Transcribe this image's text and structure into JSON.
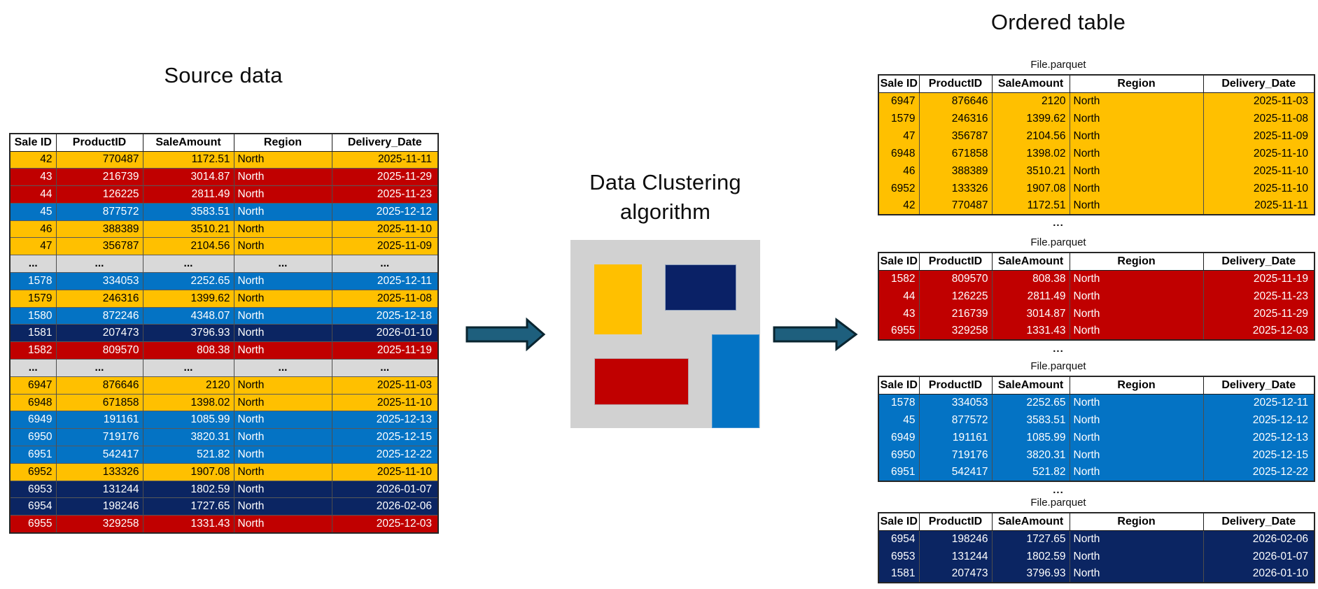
{
  "titles": {
    "source": "Source data",
    "algorithm": [
      "Data Clustering",
      "algorithm"
    ],
    "ordered": "Ordered table"
  },
  "columns": [
    "Sale ID",
    "ProductID",
    "SaleAmount",
    "Region",
    "Delivery_Date"
  ],
  "file_label": "File.parquet",
  "ellipsis": "...",
  "colors": {
    "row_yellow": "#FFC000",
    "row_red": "#C00000",
    "row_blue": "#0473C4",
    "row_navy": "#0B2562",
    "row_gray": "#D9D9D9",
    "block_navy": "#0A2166",
    "panel_gray": "#D1D1D1",
    "arrow_fill": "#1E5F7D",
    "arrow_stroke": "#0A2530"
  },
  "source_table": {
    "rows": [
      {
        "c": "yellow",
        "v": [
          "42",
          "770487",
          "1172.51",
          "North",
          "2025-11-11"
        ]
      },
      {
        "c": "red",
        "v": [
          "43",
          "216739",
          "3014.87",
          "North",
          "2025-11-29"
        ]
      },
      {
        "c": "red",
        "v": [
          "44",
          "126225",
          "2811.49",
          "North",
          "2025-11-23"
        ]
      },
      {
        "c": "blue",
        "v": [
          "45",
          "877572",
          "3583.51",
          "North",
          "2025-12-12"
        ]
      },
      {
        "c": "yellow",
        "v": [
          "46",
          "388389",
          "3510.21",
          "North",
          "2025-11-10"
        ]
      },
      {
        "c": "yellow",
        "v": [
          "47",
          "356787",
          "2104.56",
          "North",
          "2025-11-09"
        ]
      },
      {
        "c": "gray",
        "v": [
          "...",
          "...",
          "...",
          "...",
          "..."
        ]
      },
      {
        "c": "blue",
        "v": [
          "1578",
          "334053",
          "2252.65",
          "North",
          "2025-12-11"
        ]
      },
      {
        "c": "yellow",
        "v": [
          "1579",
          "246316",
          "1399.62",
          "North",
          "2025-11-08"
        ]
      },
      {
        "c": "blue",
        "v": [
          "1580",
          "872246",
          "4348.07",
          "North",
          "2025-12-18"
        ]
      },
      {
        "c": "navy",
        "v": [
          "1581",
          "207473",
          "3796.93",
          "North",
          "2026-01-10"
        ]
      },
      {
        "c": "red",
        "v": [
          "1582",
          "809570",
          "808.38",
          "North",
          "2025-11-19"
        ]
      },
      {
        "c": "gray",
        "v": [
          "...",
          "...",
          "...",
          "...",
          "..."
        ]
      },
      {
        "c": "yellow",
        "v": [
          "6947",
          "876646",
          "2120",
          "North",
          "2025-11-03"
        ]
      },
      {
        "c": "yellow",
        "v": [
          "6948",
          "671858",
          "1398.02",
          "North",
          "2025-11-10"
        ]
      },
      {
        "c": "blue",
        "v": [
          "6949",
          "191161",
          "1085.99",
          "North",
          "2025-12-13"
        ]
      },
      {
        "c": "blue",
        "v": [
          "6950",
          "719176",
          "3820.31",
          "North",
          "2025-12-15"
        ]
      },
      {
        "c": "blue",
        "v": [
          "6951",
          "542417",
          "521.82",
          "North",
          "2025-12-22"
        ]
      },
      {
        "c": "yellow",
        "v": [
          "6952",
          "133326",
          "1907.08",
          "North",
          "2025-11-10"
        ]
      },
      {
        "c": "navy",
        "v": [
          "6953",
          "131244",
          "1802.59",
          "North",
          "2026-01-07"
        ]
      },
      {
        "c": "navy",
        "v": [
          "6954",
          "198246",
          "1727.65",
          "North",
          "2026-02-06"
        ]
      },
      {
        "c": "red",
        "v": [
          "6955",
          "329258",
          "1331.43",
          "North",
          "2025-12-03"
        ]
      }
    ]
  },
  "parquet_tables": [
    {
      "color": "yellow",
      "rows": [
        [
          "6947",
          "876646",
          "2120",
          "North",
          "2025-11-03"
        ],
        [
          "1579",
          "246316",
          "1399.62",
          "North",
          "2025-11-08"
        ],
        [
          "47",
          "356787",
          "2104.56",
          "North",
          "2025-11-09"
        ],
        [
          "6948",
          "671858",
          "1398.02",
          "North",
          "2025-11-10"
        ],
        [
          "46",
          "388389",
          "3510.21",
          "North",
          "2025-11-10"
        ],
        [
          "6952",
          "133326",
          "1907.08",
          "North",
          "2025-11-10"
        ],
        [
          "42",
          "770487",
          "1172.51",
          "North",
          "2025-11-11"
        ]
      ]
    },
    {
      "color": "red",
      "rows": [
        [
          "1582",
          "809570",
          "808.38",
          "North",
          "2025-11-19"
        ],
        [
          "44",
          "126225",
          "2811.49",
          "North",
          "2025-11-23"
        ],
        [
          "43",
          "216739",
          "3014.87",
          "North",
          "2025-11-29"
        ],
        [
          "6955",
          "329258",
          "1331.43",
          "North",
          "2025-12-03"
        ]
      ]
    },
    {
      "color": "blue",
      "rows": [
        [
          "1578",
          "334053",
          "2252.65",
          "North",
          "2025-12-11"
        ],
        [
          "45",
          "877572",
          "3583.51",
          "North",
          "2025-12-12"
        ],
        [
          "6949",
          "191161",
          "1085.99",
          "North",
          "2025-12-13"
        ],
        [
          "6950",
          "719176",
          "3820.31",
          "North",
          "2025-12-15"
        ],
        [
          "6951",
          "542417",
          "521.82",
          "North",
          "2025-12-22"
        ]
      ]
    },
    {
      "color": "navy",
      "rows": [
        [
          "6954",
          "198246",
          "1727.65",
          "North",
          "2026-02-06"
        ],
        [
          "6953",
          "131244",
          "1802.59",
          "North",
          "2026-01-07"
        ],
        [
          "1581",
          "207473",
          "3796.93",
          "North",
          "2026-01-10"
        ]
      ]
    }
  ]
}
